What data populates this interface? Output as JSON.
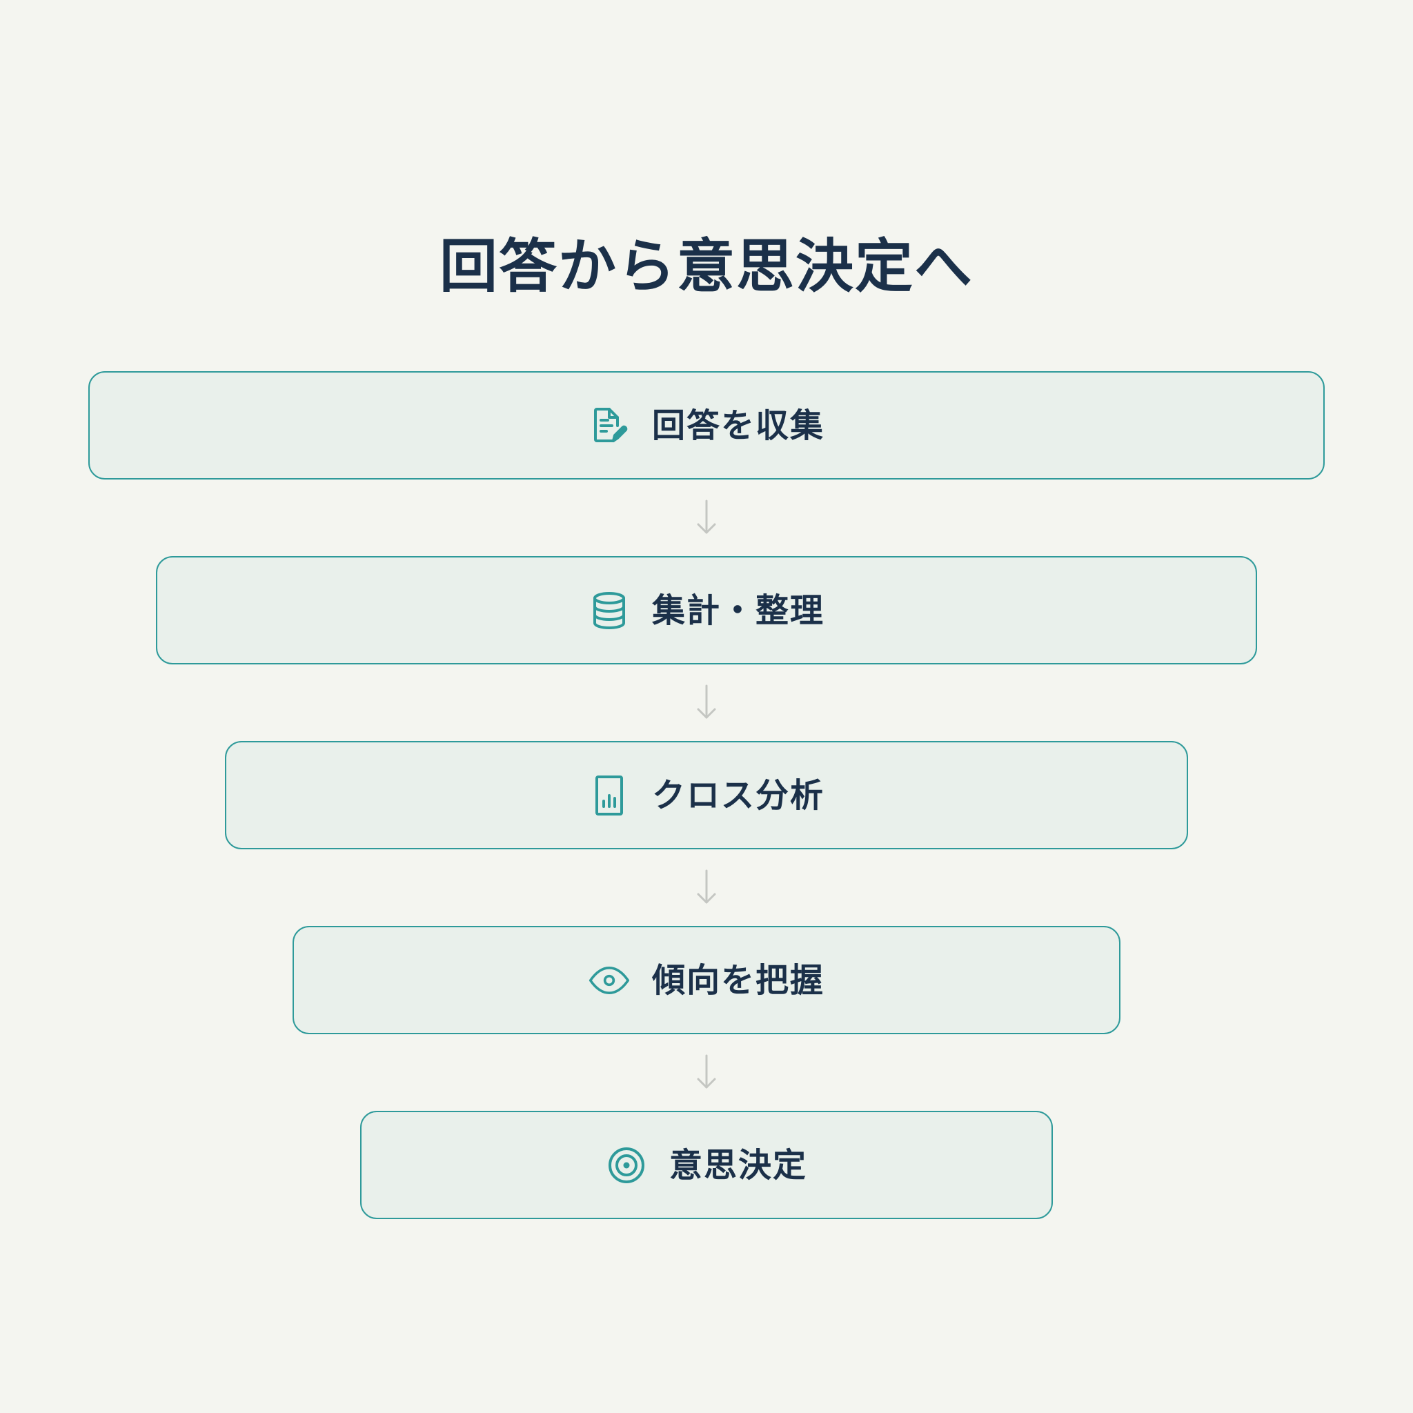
{
  "title": "回答から意思決定へ",
  "colors": {
    "background": "#f4f5f0",
    "box_fill": "#e9f0eb",
    "box_border": "#2e9a9a",
    "icon": "#2e9a9a",
    "text": "#1b3049",
    "arrow": "#c4c6c2"
  },
  "steps": [
    {
      "label": "回答を収集",
      "icon": "document-edit-icon"
    },
    {
      "label": "集計・整理",
      "icon": "database-icon"
    },
    {
      "label": "クロス分析",
      "icon": "bar-chart-icon"
    },
    {
      "label": "傾向を把握",
      "icon": "eye-icon"
    },
    {
      "label": "意思決定",
      "icon": "target-icon"
    }
  ]
}
